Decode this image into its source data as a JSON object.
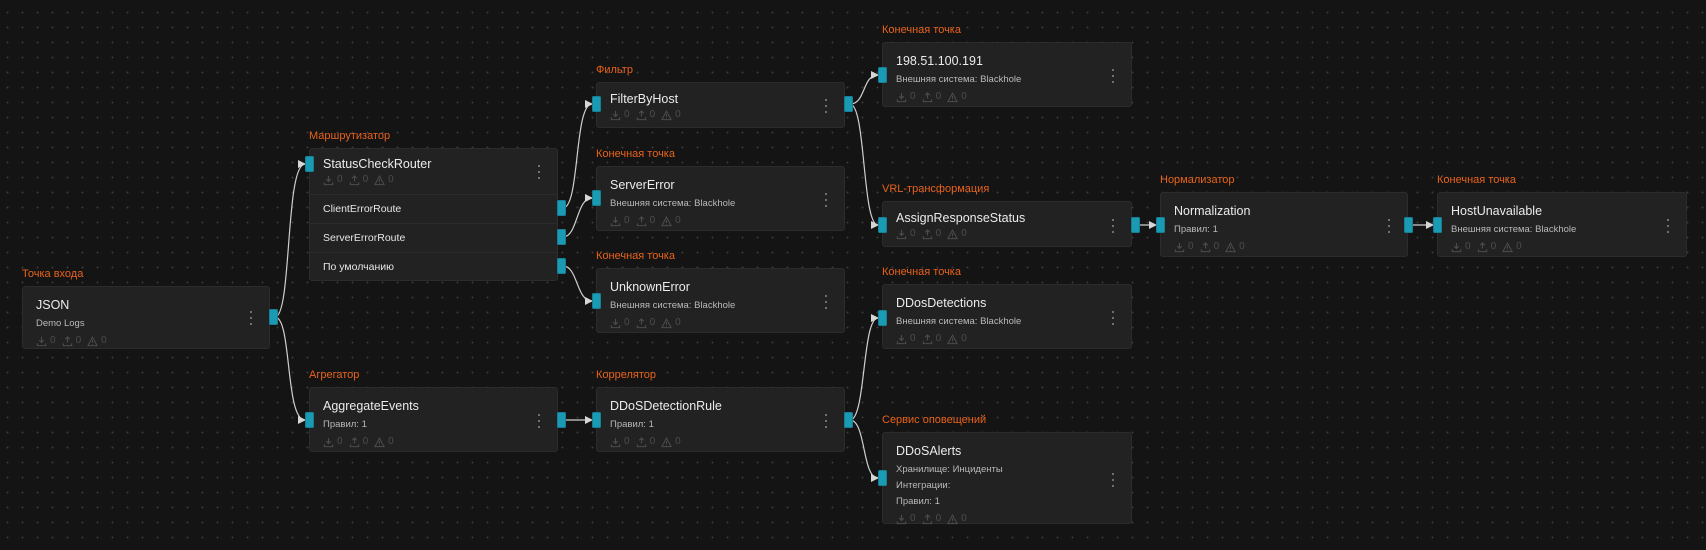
{
  "canvas": {
    "background": "#141414",
    "accent": "#e8621c",
    "port_color": "#1b9ab4",
    "edge_color": "#cfcfcf"
  },
  "stat_icons": [
    "download-icon",
    "upload-icon",
    "warning-icon"
  ],
  "nodes": {
    "json": {
      "type_label": "Точка входа",
      "title": "JSON",
      "lines": [
        "Demo Logs"
      ],
      "stats": {
        "in": "0",
        "out": "0",
        "errors": "0"
      }
    },
    "router": {
      "type_label": "Маршрутизатор",
      "title": "StatusCheckRouter",
      "stats": {
        "in": "0",
        "out": "0",
        "errors": "0"
      },
      "routes": [
        {
          "label": "ClientErrorRoute"
        },
        {
          "label": "ServerErrorRoute"
        },
        {
          "label": "По умолчанию"
        }
      ]
    },
    "aggregate": {
      "type_label": "Агрегатор",
      "title": "AggregateEvents",
      "lines": [
        "Правил: 1"
      ],
      "stats": {
        "in": "0",
        "out": "0",
        "errors": "0"
      }
    },
    "filter": {
      "type_label": "Фильтр",
      "title": "FilterByHost",
      "stats": {
        "in": "0",
        "out": "0",
        "errors": "0"
      }
    },
    "server_error": {
      "type_label": "Конечная точка",
      "title": "ServerError",
      "lines": [
        "Внешняя система: Blackhole"
      ],
      "stats": {
        "in": "0",
        "out": "0",
        "errors": "0"
      }
    },
    "unknown_error": {
      "type_label": "Конечная точка",
      "title": "UnknownError",
      "lines": [
        "Внешняя система: Blackhole"
      ],
      "stats": {
        "in": "0",
        "out": "0",
        "errors": "0"
      }
    },
    "correlator": {
      "type_label": "Коррелятор",
      "title": "DDoSDetectionRule",
      "lines": [
        "Правил: 1"
      ],
      "stats": {
        "in": "0",
        "out": "0",
        "errors": "0"
      }
    },
    "ip_endpoint": {
      "type_label": "Конечная точка",
      "title": "198.51.100.191",
      "lines": [
        "Внешняя система: Blackhole"
      ],
      "stats": {
        "in": "0",
        "out": "0",
        "errors": "0"
      }
    },
    "vrl": {
      "type_label": "VRL-трансформация",
      "title": "AssignResponseStatus",
      "stats": {
        "in": "0",
        "out": "0",
        "errors": "0"
      }
    },
    "ddos_detections": {
      "type_label": "Конечная точка",
      "title": "DDosDetections",
      "lines": [
        "Внешняя система: Blackhole"
      ],
      "stats": {
        "in": "0",
        "out": "0",
        "errors": "0"
      }
    },
    "ddos_alerts": {
      "type_label": "Сервис оповещений",
      "title": "DDoSAlerts",
      "lines": [
        "Хранилище: Инциденты",
        "Интеграции:",
        "Правил: 1"
      ],
      "stats": {
        "in": "0",
        "out": "0",
        "errors": "0"
      }
    },
    "normalization": {
      "type_label": "Нормализатор",
      "title": "Normalization",
      "lines": [
        "Правил: 1"
      ],
      "stats": {
        "in": "0",
        "out": "0",
        "errors": "0"
      }
    },
    "host_unavailable": {
      "type_label": "Конечная точка",
      "title": "HostUnavailable",
      "lines": [
        "Внешняя система: Blackhole"
      ],
      "stats": {
        "in": "0",
        "out": "0",
        "errors": "0"
      }
    }
  },
  "edges": [
    {
      "from": "json",
      "to": "router"
    },
    {
      "from": "json",
      "to": "aggregate"
    },
    {
      "from": "router.ClientErrorRoute",
      "to": "filter"
    },
    {
      "from": "router.ServerErrorRoute",
      "to": "server_error"
    },
    {
      "from": "router.По умолчанию",
      "to": "unknown_error"
    },
    {
      "from": "aggregate",
      "to": "correlator"
    },
    {
      "from": "filter",
      "to": "ip_endpoint"
    },
    {
      "from": "filter",
      "to": "vrl"
    },
    {
      "from": "correlator",
      "to": "ddos_detections"
    },
    {
      "from": "correlator",
      "to": "ddos_alerts"
    },
    {
      "from": "vrl",
      "to": "normalization"
    },
    {
      "from": "normalization",
      "to": "host_unavailable"
    }
  ]
}
